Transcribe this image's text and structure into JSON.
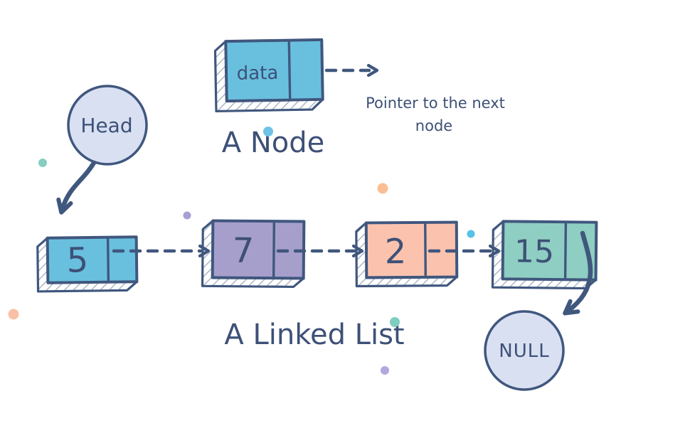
{
  "colors": {
    "ink": "#40577E",
    "text": "#3D5077",
    "circle_fill": "#D9E0F2"
  },
  "node_section": {
    "title": "A Node",
    "data_label": "data",
    "pointer_caption_line1": "Pointer to the next",
    "pointer_caption_line2": "node",
    "node_fill": "#69C0DE"
  },
  "list_section": {
    "title": "A Linked List",
    "head_label": "Head",
    "null_label": "NULL",
    "nodes": [
      {
        "value": "5",
        "fill": "#69C0DE"
      },
      {
        "value": "7",
        "fill": "#A69FCC"
      },
      {
        "value": "2",
        "fill": "#FBC3AE"
      },
      {
        "value": "15",
        "fill": "#8FCEC2"
      }
    ]
  },
  "decorative_dots": [
    {
      "name": "teal-dot-left",
      "fill": "#85CEC1"
    },
    {
      "name": "blue-dot-node-title",
      "fill": "#6FC3E8"
    },
    {
      "name": "orange-dot-center",
      "fill": "#FBBE93"
    },
    {
      "name": "purple-dot-left-of-7",
      "fill": "#A89FD4"
    },
    {
      "name": "blue-dot-right-of-2",
      "fill": "#56C2E9"
    },
    {
      "name": "orange-dot-bottom-left",
      "fill": "#FAC0A5"
    },
    {
      "name": "teal-dot-list-title",
      "fill": "#7FCDC0"
    },
    {
      "name": "purple-dot-below-title",
      "fill": "#B4A7DC"
    }
  ]
}
